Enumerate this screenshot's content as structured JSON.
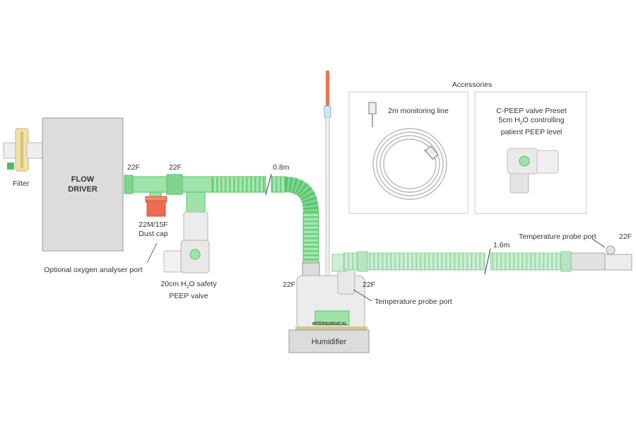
{
  "accessories": {
    "title": "Accessories",
    "monitoring_line": "2m monitoring line",
    "cpeep_line1": "C-PEEP valve Preset",
    "cpeep_line2_pre": "5cm H",
    "cpeep_line2_sub": "2",
    "cpeep_line2_post": "O controlling",
    "cpeep_line3": "patient PEEP level"
  },
  "flow_driver": {
    "line1": "FLOW",
    "line2": "DRIVER"
  },
  "filter": "Filter",
  "port_22f_a": "22F",
  "port_22f_b": "22F",
  "port_22f_c": "22F",
  "port_22f_d": "22F",
  "port_22f_e": "22F",
  "tube_short": "0.8m",
  "tube_long": "1.6m",
  "dust_cap_line1": "22M/15F",
  "dust_cap_line2": "Dust cap",
  "oxygen_port": "Optional oxygen analyser port",
  "peep_line1_pre": "20cm H",
  "peep_line1_sub": "2",
  "peep_line1_post": "O safety",
  "peep_line2": "PEEP valve",
  "temp_probe_port_1": "Temperature probe port",
  "temp_probe_port_2": "Temperature probe port",
  "humidifier": "Humidifier",
  "brand": "INTERSURGICAL",
  "colors": {
    "tube_green": "#9fe3a8",
    "tube_dark": "#56c46a",
    "box_grey": "#dcdcdc",
    "cap_red": "#ef6a50",
    "probe_orange": "#f07050"
  }
}
